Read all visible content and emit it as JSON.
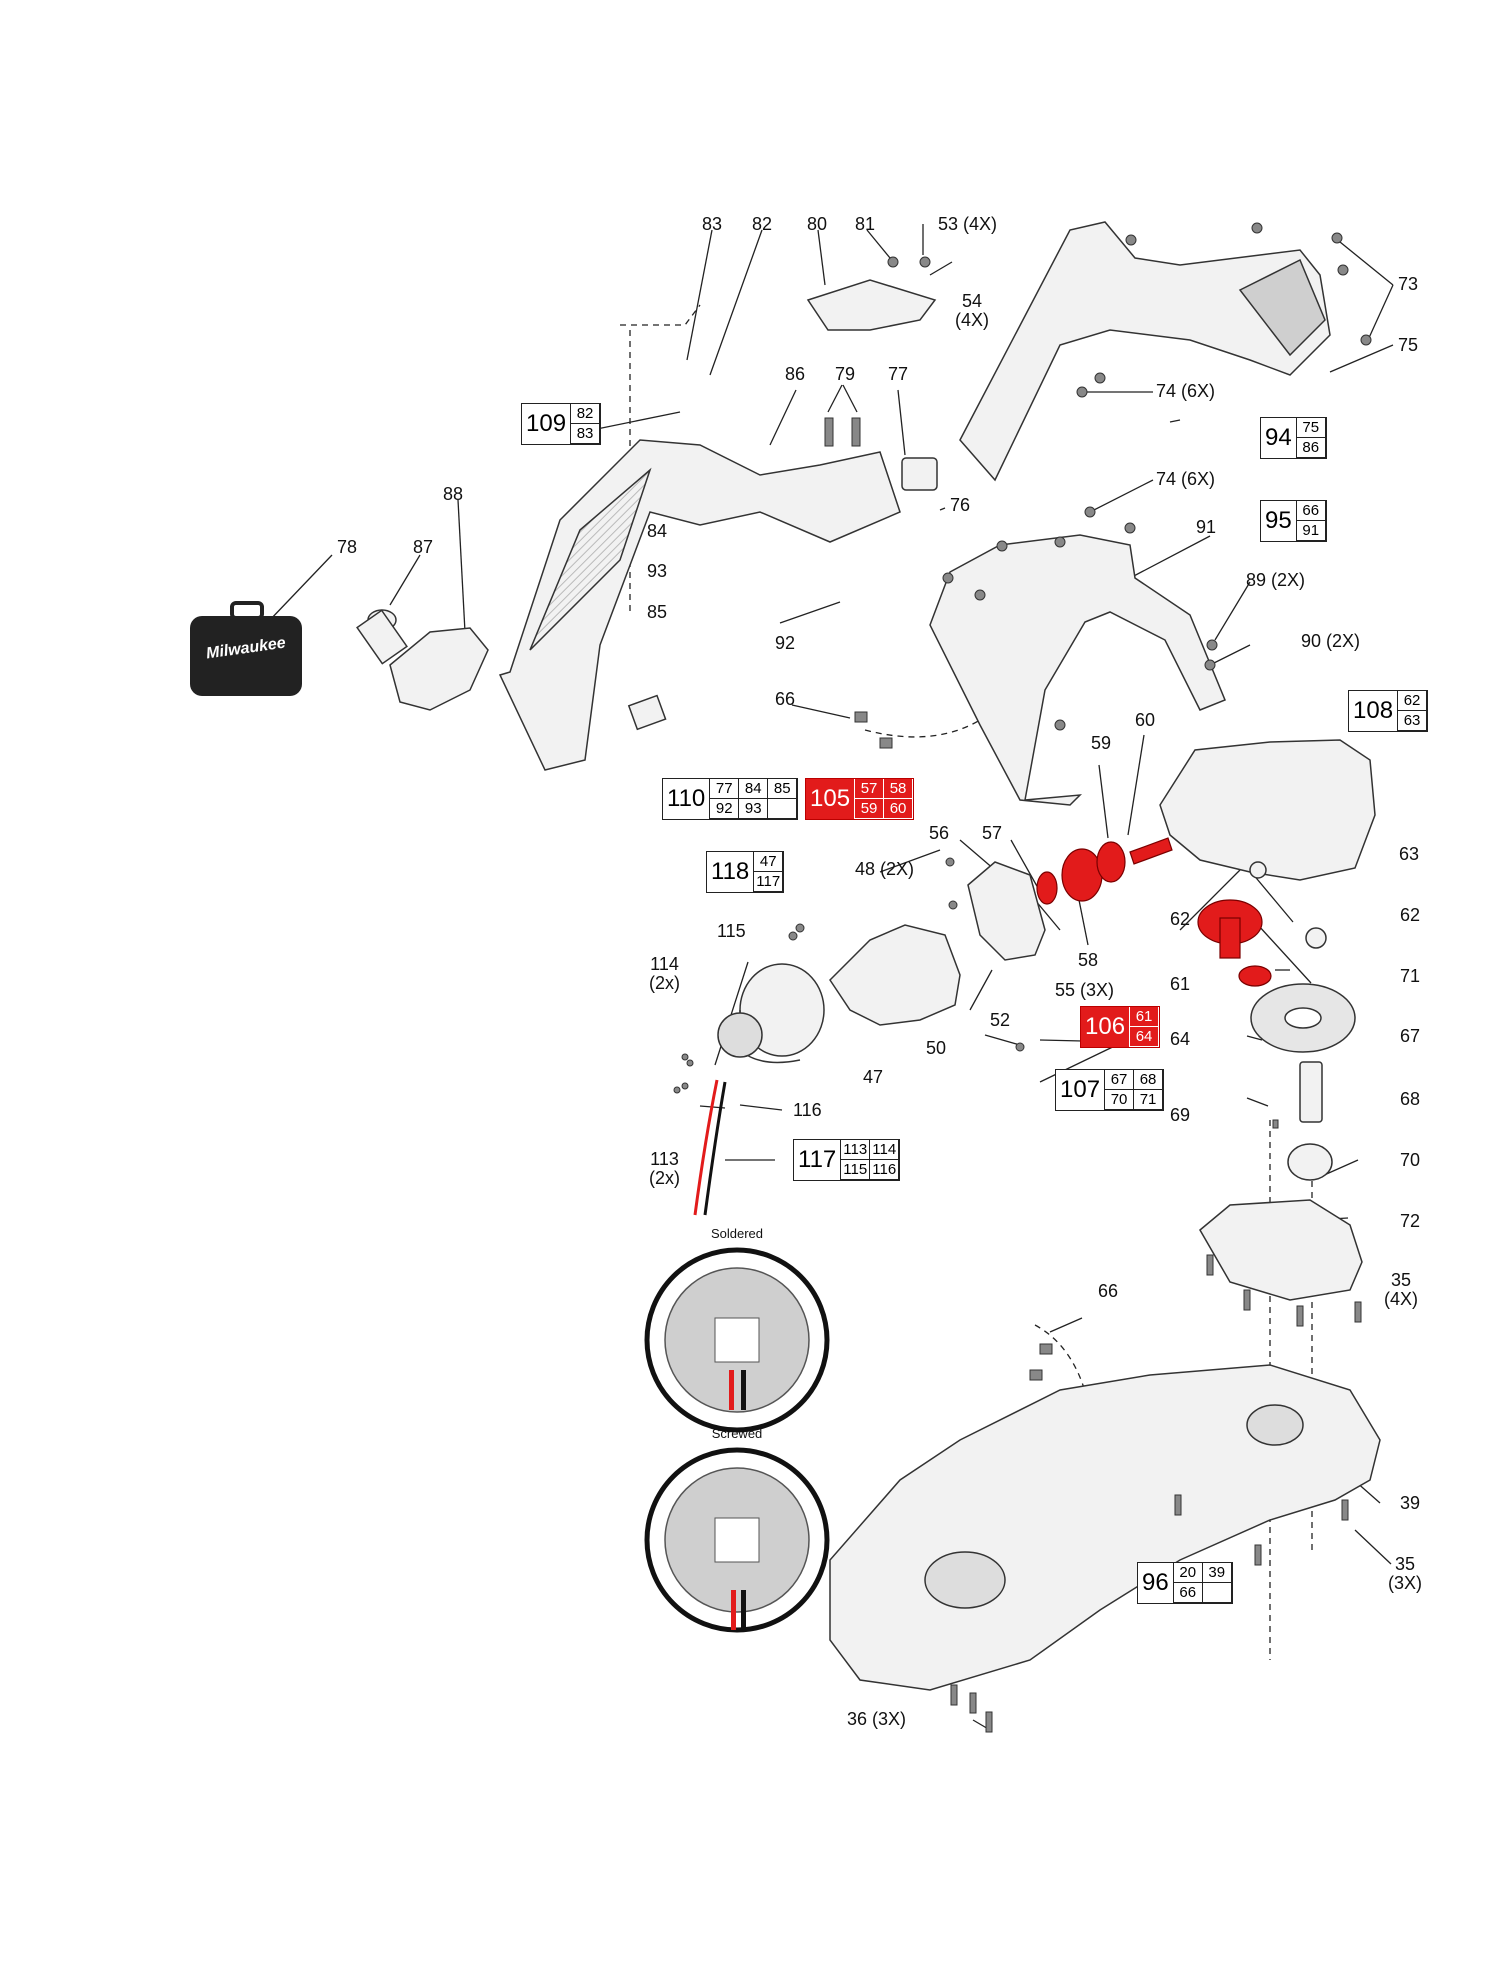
{
  "brand": {
    "logo_text": "Milwaukee"
  },
  "colors": {
    "highlight": "#e21b1b",
    "line": "#222222",
    "part_fill": "#f2f2f2",
    "part_shade": "#c8c8c8"
  },
  "callouts": {
    "p83": "83",
    "p82": "82",
    "p80": "80",
    "p81": "81",
    "p53": "53 (4X)",
    "p54": "54",
    "p54q": "(4X)",
    "p73": "73",
    "p75": "75",
    "p74a": "74 (6X)",
    "p74b": "74 (6X)",
    "p86": "86",
    "p79": "79",
    "p77": "77",
    "p76": "76",
    "p88": "88",
    "p78": "78",
    "p87": "87",
    "p84": "84",
    "p93": "93",
    "p85": "85",
    "p92": "92",
    "p91": "91",
    "p89": "89 (2X)",
    "p90": "90 (2X)",
    "p66a": "66",
    "p66b": "66",
    "p60": "60",
    "p59": "59",
    "p56": "56",
    "p57": "57",
    "p58": "58",
    "p48": "48 (2X)",
    "p62a": "62",
    "p62b": "62",
    "p61": "61",
    "p71": "71",
    "p63": "63",
    "p64": "64",
    "p67": "67",
    "p68": "68",
    "p69": "69",
    "p70": "70",
    "p72": "72",
    "p35a": "35",
    "p35aq": "(4X)",
    "p35b": "35",
    "p35bq": "(3X)",
    "p115": "115",
    "p114": "114",
    "p114q": "(2x)",
    "p55": "55 (3X)",
    "p52": "52",
    "p50": "50",
    "p47": "47",
    "p116": "116",
    "p113": "113",
    "p113q": "(2x)",
    "p39": "39",
    "p36": "36 (3X)"
  },
  "kits": {
    "k109": {
      "num": "109",
      "parts": [
        "82",
        "83"
      ]
    },
    "k94": {
      "num": "94",
      "parts": [
        "75",
        "86"
      ]
    },
    "k95": {
      "num": "95",
      "parts": [
        "66",
        "91"
      ]
    },
    "k108": {
      "num": "108",
      "parts": [
        "62",
        "63"
      ]
    },
    "k110": {
      "num": "110",
      "parts": [
        "77",
        "92",
        "84",
        "93",
        "85",
        ""
      ]
    },
    "k105": {
      "num": "105",
      "parts": [
        "57",
        "59",
        "58",
        "60"
      ]
    },
    "k118": {
      "num": "118",
      "parts": [
        "47",
        "117"
      ]
    },
    "k106": {
      "num": "106",
      "parts": [
        "61",
        "64"
      ]
    },
    "k107": {
      "num": "107",
      "parts": [
        "67",
        "70",
        "68",
        "71"
      ]
    },
    "k117": {
      "num": "117",
      "parts": [
        "113",
        "115",
        "114",
        "116"
      ]
    },
    "k96": {
      "num": "96",
      "parts": [
        "20",
        "66",
        "39",
        ""
      ]
    }
  },
  "insets": {
    "soldered": "Soldered",
    "screwed": "Screwed"
  }
}
